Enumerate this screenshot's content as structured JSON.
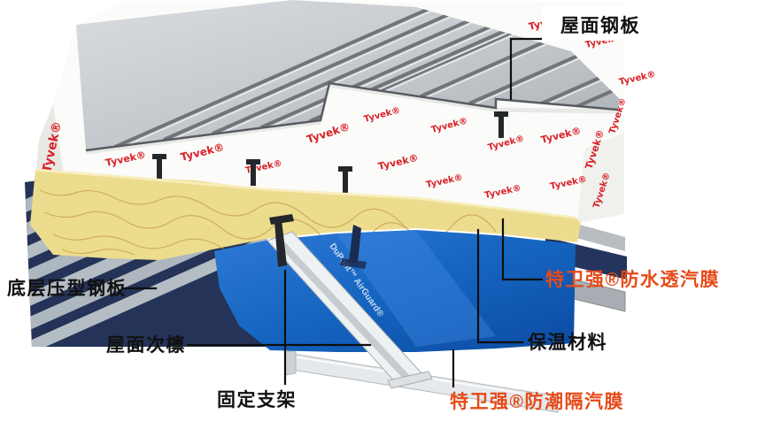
{
  "diagram": {
    "kind": "roof-assembly-cutaway"
  },
  "labels": {
    "roof_panel": "屋面钢板",
    "waterproof_membrane": "特卫强®防水透汽膜",
    "bottom_deck": "底层压型钢板",
    "sub_purlin": "屋面次檩",
    "insulation": "保温材料",
    "bracket": "固定支架",
    "vapor_membrane": "特卫强®防潮隔汽膜"
  },
  "branding": {
    "tyvek": "Tyvek®",
    "airguard": "DuPont™ AirGuard®"
  },
  "colors": {
    "label_black": "#111111",
    "label_red": "#e64a19",
    "tyvek_red": "#d92027",
    "membrane_white": "#fbfbf9",
    "insulation_yellow": "#ecdc8e",
    "vapor_blue": "#1565c0",
    "steel_gray": "#c3c7cb",
    "deck_navy": "#243357"
  }
}
